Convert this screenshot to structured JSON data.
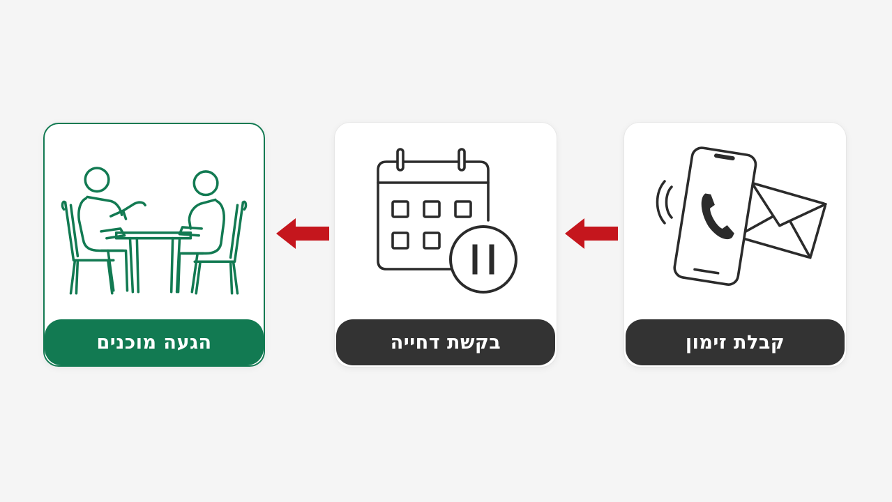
{
  "steps": [
    {
      "label": "הגעה מוכנים",
      "icon": "meeting-icon",
      "highlighted": true
    },
    {
      "label": "בקשת דחייה",
      "icon": "calendar-pause-icon",
      "highlighted": false
    },
    {
      "label": "קבלת זימון",
      "icon": "phone-mail-icon",
      "highlighted": false
    }
  ],
  "colors": {
    "background": "#f5f5f5",
    "accent_green": "#127a52",
    "label_dark": "#333333",
    "arrow_red": "#c5161d",
    "icon_dark": "#2b2b2b"
  }
}
